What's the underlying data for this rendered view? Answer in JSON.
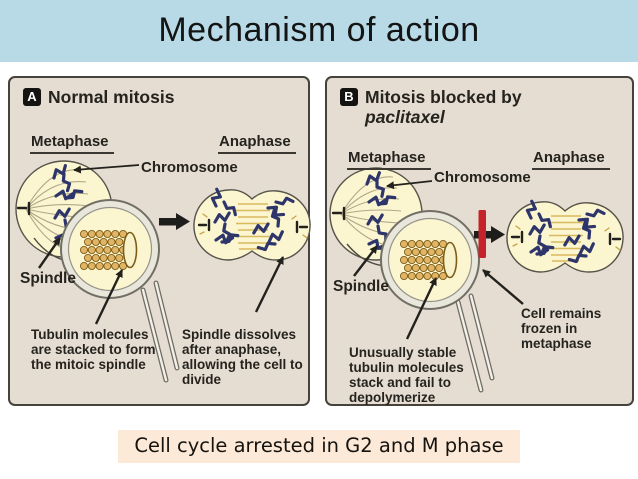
{
  "title": "Mechanism of action",
  "caption": "Cell cycle arrested in G2 and M phase",
  "colors": {
    "title_background": "#b7dae6",
    "panel_background": "#e6ddd2",
    "cell_fill": "#fbf6d0",
    "chromosome_blue": "#2e356b",
    "tubulin_gold": "#e2b566",
    "blocked_bar_red": "#c5232b",
    "caption_background": "#fce9d8"
  },
  "panels": [
    {
      "badge": "A",
      "title": "Normal mitosis",
      "subtitle": "",
      "labels": {
        "metaphase": "Metaphase",
        "anaphase": "Anaphase",
        "chromosome": "Chromosome",
        "spindle": "Spindle"
      },
      "annotations": {
        "tubulin": "Tubulin molecules are stacked to form the mitoic spindle",
        "outcome": "Spindle dissolves after anaphase, allowing the cell to divide"
      }
    },
    {
      "badge": "B",
      "title": "Mitosis blocked by",
      "subtitle": "paclitaxel",
      "labels": {
        "metaphase": "Metaphase",
        "anaphase": "Anaphase",
        "chromosome": "Chromosome",
        "spindle": "Spindle"
      },
      "annotations": {
        "tubulin": "Unusually stable tubulin molecules stack and fail to depolymerize",
        "outcome": "Cell remains frozen in metaphase"
      }
    }
  ]
}
